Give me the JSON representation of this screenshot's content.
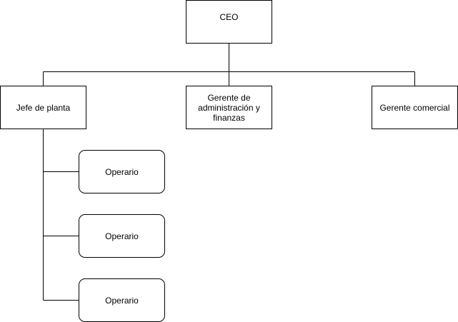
{
  "nodes": {
    "ceo": "CEO",
    "jefe_de_planta": "Jefe de planta",
    "gerente_admin": "Gerente de administración y finanzas",
    "gerente_comercial": "Gerente comercial",
    "operarios": [
      "Operario",
      "Operario",
      "Operario"
    ]
  },
  "colors": {
    "line": "#000000",
    "box_fill": "#ffffff",
    "box_border": "#000000"
  }
}
